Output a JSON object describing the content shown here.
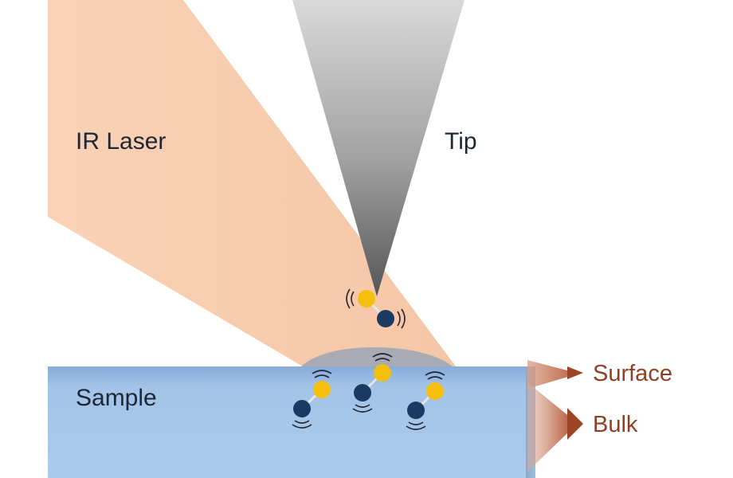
{
  "labels": {
    "ir_laser": "IR Laser",
    "tip": "Tip",
    "sample": "Sample",
    "surface": "Surface",
    "bulk": "Bulk"
  },
  "colors": {
    "laser_beam": "#f6c8a8",
    "tip_dark": "#555555",
    "tip_light": "#d6d6d6",
    "sample_top": "#8fb5de",
    "sample_body": "#a9c8eb",
    "molecule_atom_yellow": "#f5bf0e",
    "molecule_atom_navy": "#1b3a63",
    "label_dark": "#1f2633",
    "label_rust": "#8f3f22"
  },
  "icons": [
    "vibration-arc-icon",
    "arrow-right-icon"
  ]
}
